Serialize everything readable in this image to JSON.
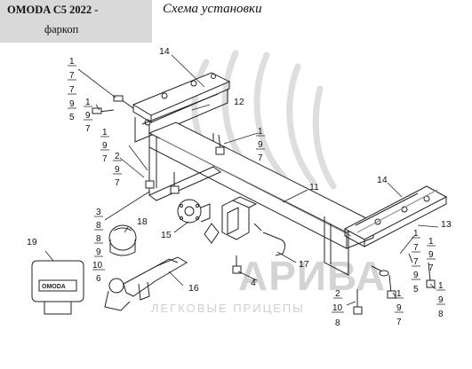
{
  "header": {
    "model": "OMODA C5 2022 -",
    "subtitle": "фаркоп",
    "scheme_title": "Схема установки"
  },
  "watermark": {
    "brand": "АРИВА",
    "tagline": "ЛЕГКОВЫЕ ПРИЦЕПЫ"
  },
  "logo_plate_text": "OMODA",
  "part_callouts": [
    "1",
    "2",
    "3",
    "4",
    "5",
    "6",
    "7",
    "8",
    "9",
    "10",
    "11",
    "12",
    "13",
    "14",
    "15",
    "16",
    "17",
    "18",
    "19"
  ],
  "fastener_stacks": [
    [
      "1",
      "7",
      "7",
      "9",
      "5"
    ],
    [
      "1",
      "9",
      "7"
    ],
    [
      "1",
      "9",
      "7"
    ],
    [
      "2",
      "9",
      "7"
    ],
    [
      "1",
      "9",
      "7"
    ],
    [
      "3",
      "8",
      "8",
      "9",
      "10",
      "6"
    ],
    [
      "1",
      "7",
      "7",
      "9",
      "5"
    ],
    [
      "1",
      "9",
      "7"
    ],
    [
      "2",
      "10",
      "8"
    ],
    [
      "1",
      "9",
      "7"
    ],
    [
      "1",
      "9",
      "8"
    ]
  ],
  "colors": {
    "header_bg": "#d9d9d9",
    "line": "#222222",
    "watermark": "#d4d4d4"
  }
}
